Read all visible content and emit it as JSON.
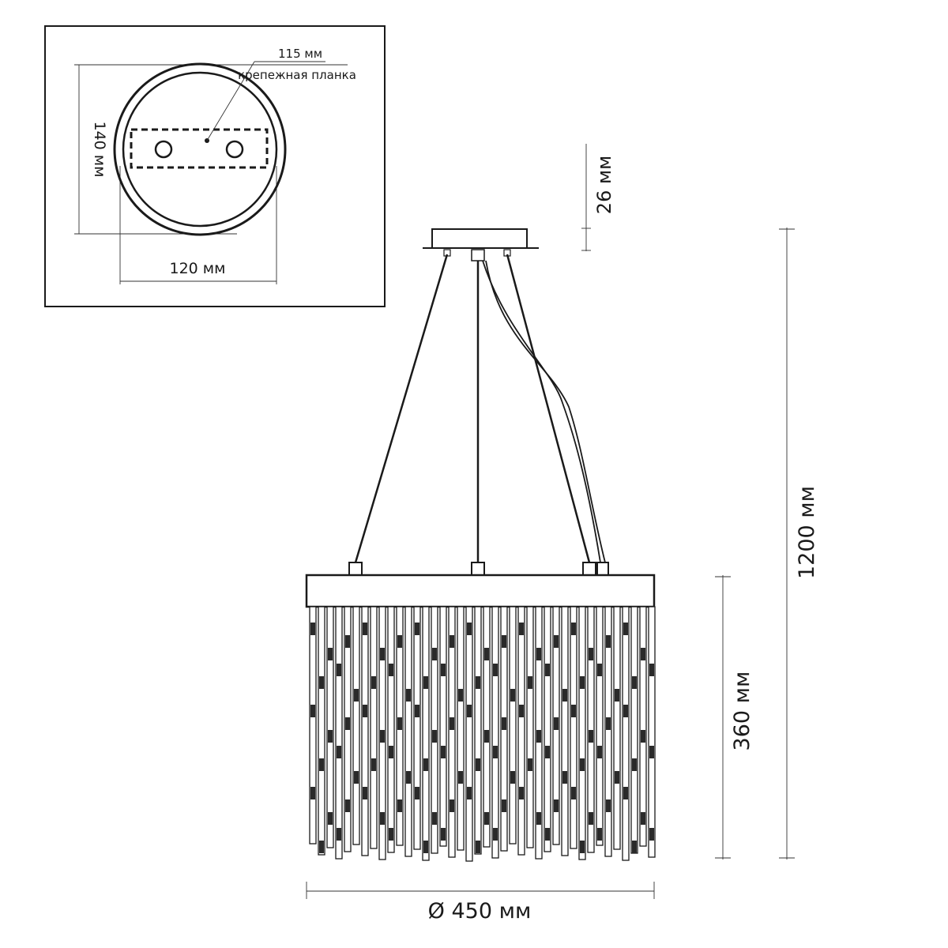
{
  "inset": {
    "label_plate_size": "115 мм",
    "label_plate_name": "крепежная планка",
    "label_height": "140 мм",
    "label_width": "120 мм"
  },
  "main": {
    "label_canopy_height": "26 мм",
    "label_total_height": "1200 мм",
    "label_body_height": "360 мм",
    "label_diameter": "Ø 450 мм"
  },
  "colors": {
    "line": "#1a1a1a",
    "background": "#ffffff",
    "crystal_dark": "#2a2a2a"
  }
}
